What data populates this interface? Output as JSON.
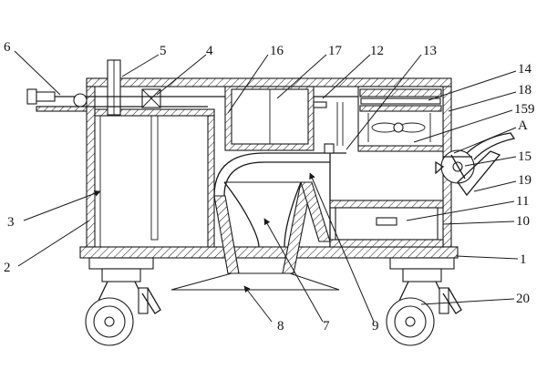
{
  "labels": {
    "l1": "1",
    "l2": "2",
    "l3": "3",
    "l4": "4",
    "l5": "5",
    "l6": "6",
    "l7": "7",
    "l8": "8",
    "l9": "9",
    "l10": "10",
    "l11": "11",
    "l12": "12",
    "l13": "13",
    "l14": "14",
    "l15": "15",
    "l16": "16",
    "l17": "17",
    "l18": "18",
    "l19": "19",
    "l20": "20",
    "l159": "159",
    "lA": "A"
  }
}
